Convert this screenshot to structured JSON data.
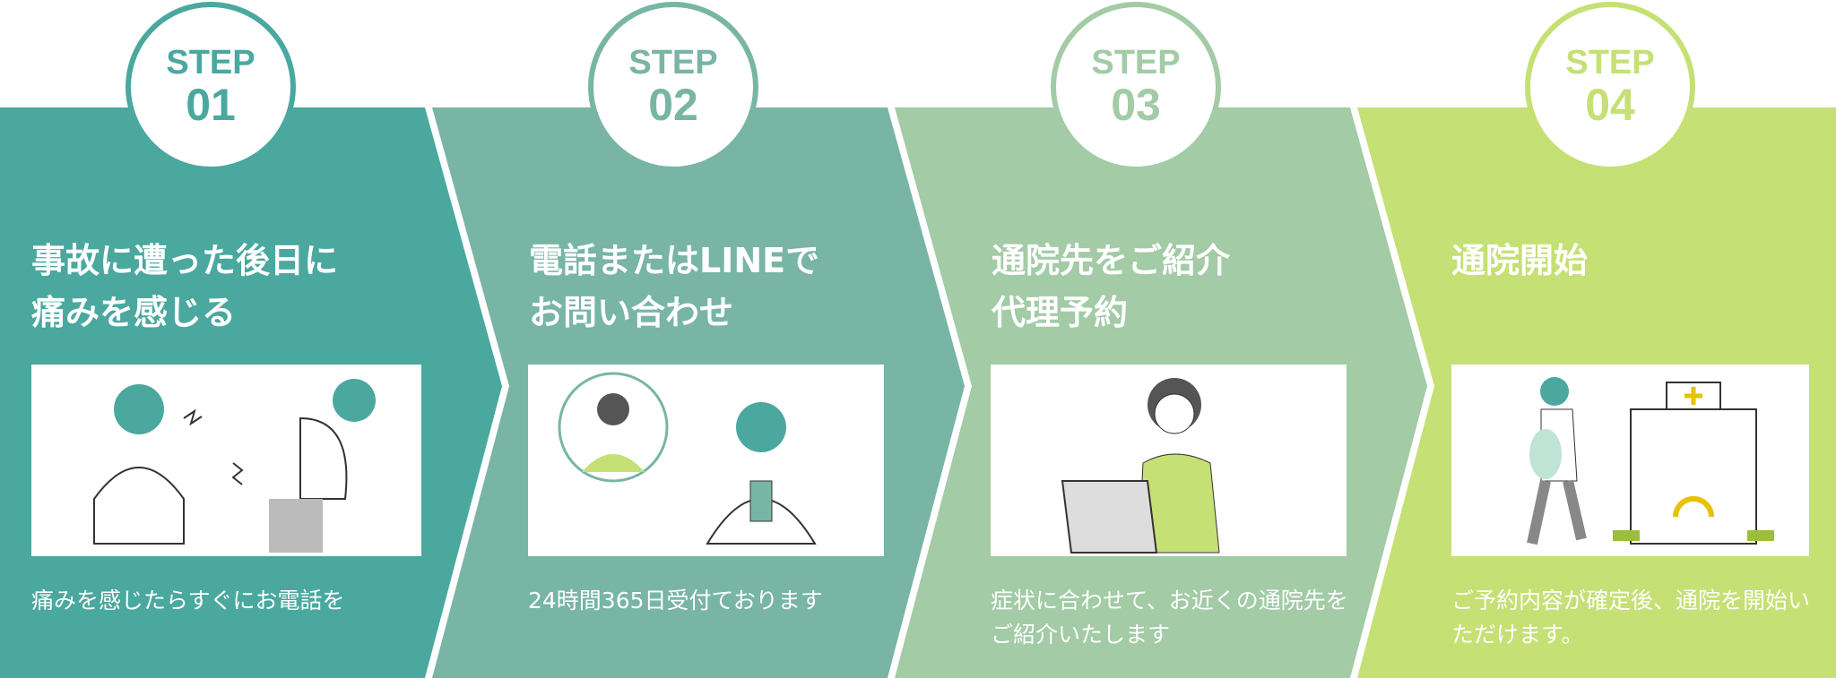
{
  "steps": [
    {
      "label": "STEP",
      "number": "01",
      "title": "事故に遭った後日に\n痛みを感じる",
      "description": "痛みを感じたらすぐにお電話を",
      "color": "#4aa89f",
      "illustration": "person-in-pain-icon"
    },
    {
      "label": "STEP",
      "number": "02",
      "title": "電話またはLINEで\nお問い合わせ",
      "description": "24時間365日受付ております",
      "color": "#78b5a5",
      "illustration": "phone-contact-icon"
    },
    {
      "label": "STEP",
      "number": "03",
      "title": "通院先をご紹介\n代理予約",
      "description": "症状に合わせて、お近くの通院先をご紹介いたします",
      "color": "#a2cba6",
      "illustration": "operator-laptop-icon"
    },
    {
      "label": "STEP",
      "number": "04",
      "title": "通院開始",
      "description": "ご予約内容が確定後、通院を開始いただけます。",
      "color": "#c5e074",
      "illustration": "walking-to-hospital-icon"
    }
  ]
}
